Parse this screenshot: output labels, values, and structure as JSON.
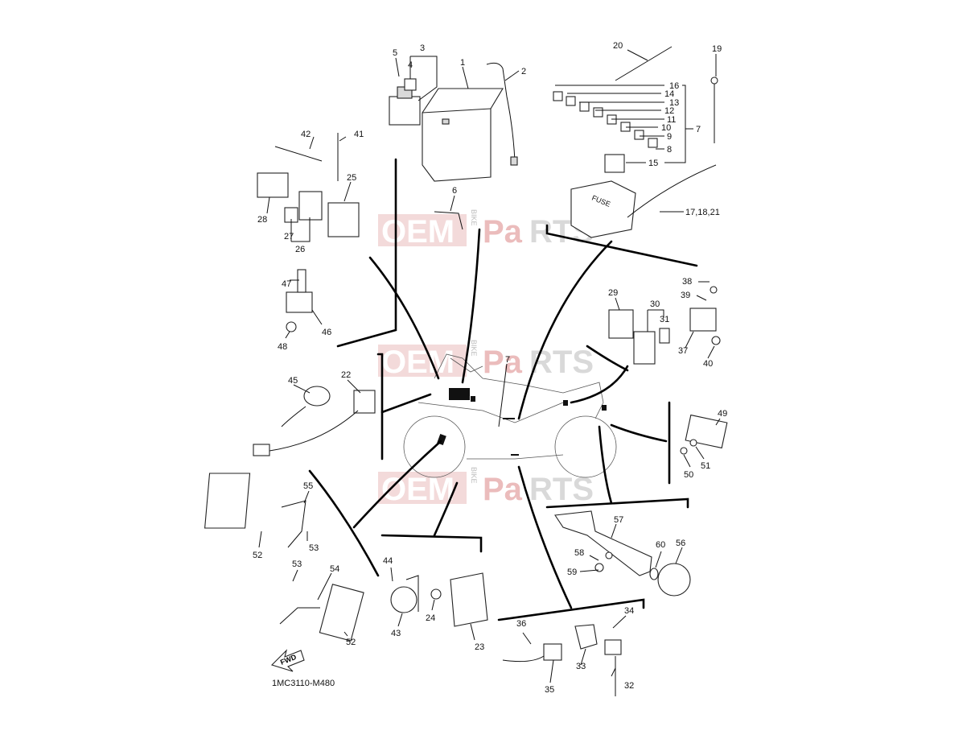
{
  "diagram": {
    "code": "1MC3110-M480",
    "direction_label": "FWD",
    "watermark": {
      "left": "OEM",
      "vertical": "BIKE",
      "right_pa": "Pa",
      "right_rts": "RTS"
    },
    "callouts": {
      "c1": "1",
      "c2": "2",
      "c3": "3",
      "c4": "4",
      "c5": "5",
      "c6": "6",
      "c7": "7",
      "c7b": "7",
      "c8": "8",
      "c9": "9",
      "c10": "10",
      "c11": "11",
      "c12": "12",
      "c13": "13",
      "c14": "14",
      "c15": "15",
      "c16": "16",
      "c171821": "17,18,21",
      "c19": "19",
      "c20": "20",
      "c22": "22",
      "c23": "23",
      "c24": "24",
      "c25": "25",
      "c26": "26",
      "c27": "27",
      "c28": "28",
      "c29": "29",
      "c30": "30",
      "c31": "31",
      "c32": "32",
      "c33": "33",
      "c34": "34",
      "c35": "35",
      "c36": "36",
      "c37": "37",
      "c38": "38",
      "c39": "39",
      "c40": "40",
      "c41": "41",
      "c42": "42",
      "c43": "43",
      "c44": "44",
      "c45": "45",
      "c46": "46",
      "c47": "47",
      "c48": "48",
      "c49": "49",
      "c50": "50",
      "c51": "51",
      "c52a": "52",
      "c52b": "52",
      "c53a": "53",
      "c53b": "53",
      "c54": "54",
      "c55": "55",
      "c56": "56",
      "c57": "57",
      "c58": "58",
      "c59": "59",
      "c60": "60"
    },
    "battery_label": "FUSE"
  }
}
